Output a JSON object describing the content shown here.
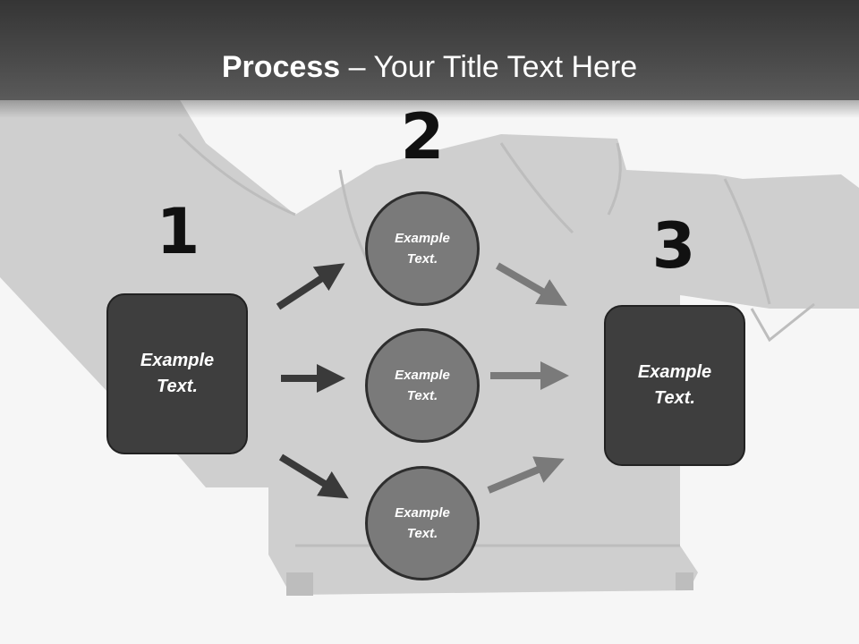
{
  "title": {
    "bold": "Process",
    "rest": " – Your Title Text Here"
  },
  "steps": [
    {
      "number": "1",
      "text": "Example\nText."
    },
    {
      "number": "2",
      "items": [
        "Example\nText.",
        "Example\nText.",
        "Example\nText."
      ]
    },
    {
      "number": "3",
      "text": "Example\nText."
    }
  ],
  "colors": {
    "header": "#3c3c3c",
    "box_fill": "#3e3e3e",
    "circle_fill": "#7a7a7a",
    "arrow_dark": "#3a3a3a",
    "arrow_light": "#7a7a7a"
  }
}
